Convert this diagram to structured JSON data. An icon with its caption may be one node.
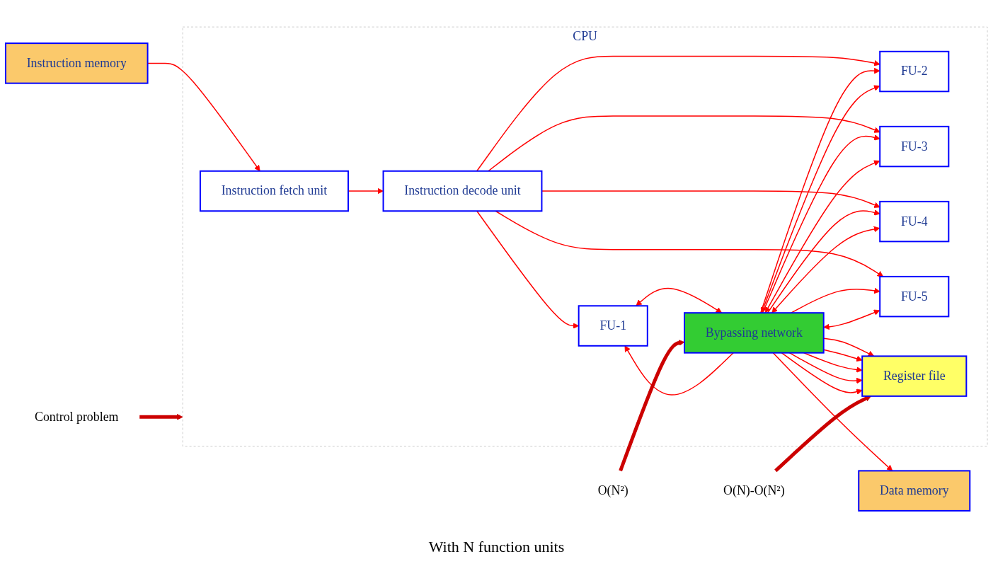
{
  "diagram": {
    "nodes": [
      {
        "text": [
          "Instruction memory"
        ]
      },
      {
        "text": [
          "CPU"
        ]
      },
      {
        "text": [
          "Instruction fetch unit"
        ],
        "in": 1
      },
      {
        "text": [
          "Instruction decode unit"
        ],
        "in": 1
      },
      {
        "text": [
          "FU-1"
        ],
        "in": 1
      },
      {
        "text": [
          "FU-2"
        ],
        "in": 1
      },
      {
        "text": [
          "FU-3"
        ],
        "in": 1
      },
      {
        "text": [
          "FU-4"
        ],
        "in": 1
      },
      {
        "text": [
          "FU-5"
        ],
        "in": 1
      },
      {
        "text": [
          "Bypassing network"
        ],
        "in": 1
      },
      {
        "text": [
          "Register file"
        ],
        "in": 1
      },
      {
        "text": [
          "Data memory"
        ]
      },
      {
        "text": [
          "Control problem"
        ]
      },
      {
        "text": [
          "O(N²)"
        ]
      },
      {
        "text": [
          "O(N)-O(N²)"
        ]
      }
    ],
    "edges": [
      {
        "from": 0,
        "to": 2,
        "arrow": "to"
      },
      {
        "from": 2,
        "to": 3,
        "arrow": "to"
      },
      {
        "from": 3,
        "to": 4,
        "arrow": "to"
      },
      {
        "from": 3,
        "to": 5,
        "arrow": "to"
      },
      {
        "from": 3,
        "to": 6,
        "arrow": "to"
      },
      {
        "from": 3,
        "to": 7,
        "arrow": "to"
      },
      {
        "from": 3,
        "to": 8,
        "arrow": "to"
      },
      {
        "from": 4,
        "to": 9,
        "arrow": "both"
      },
      {
        "from": 9,
        "to": 4,
        "arrow": "to"
      },
      {
        "from": 5,
        "to": 9,
        "arrow": "both"
      },
      {
        "from": 9,
        "to": 5,
        "arrow": "to"
      },
      {
        "from": 6,
        "to": 9,
        "arrow": "both"
      },
      {
        "from": 9,
        "to": 6,
        "arrow": "to"
      },
      {
        "from": 7,
        "to": 9,
        "arrow": "both"
      },
      {
        "from": 9,
        "to": 7,
        "arrow": "to"
      },
      {
        "from": 8,
        "to": 9,
        "arrow": "both"
      },
      {
        "from": 9,
        "to": 8,
        "arrow": "to"
      },
      {
        "from": 9,
        "to": 11,
        "arrow": "to"
      },
      {
        "from": 9,
        "to": 10,
        "arrow": "to"
      },
      {
        "from": 9,
        "to": 10,
        "arrow": "to"
      },
      {
        "from": 9,
        "to": 10,
        "arrow": "to"
      },
      {
        "from": 9,
        "to": 10,
        "arrow": "to"
      },
      {
        "from": 9,
        "to": 10,
        "arrow": "to"
      },
      {
        "from": 12,
        "to": 1,
        "arrow": "to",
        "style": "thick"
      },
      {
        "from": 13,
        "to": 9,
        "arrow": "to",
        "style": "thick"
      },
      {
        "from": 14,
        "to": 10,
        "arrow": "to",
        "style": "thick"
      }
    ],
    "labels": [
      "With N function units"
    ]
  }
}
